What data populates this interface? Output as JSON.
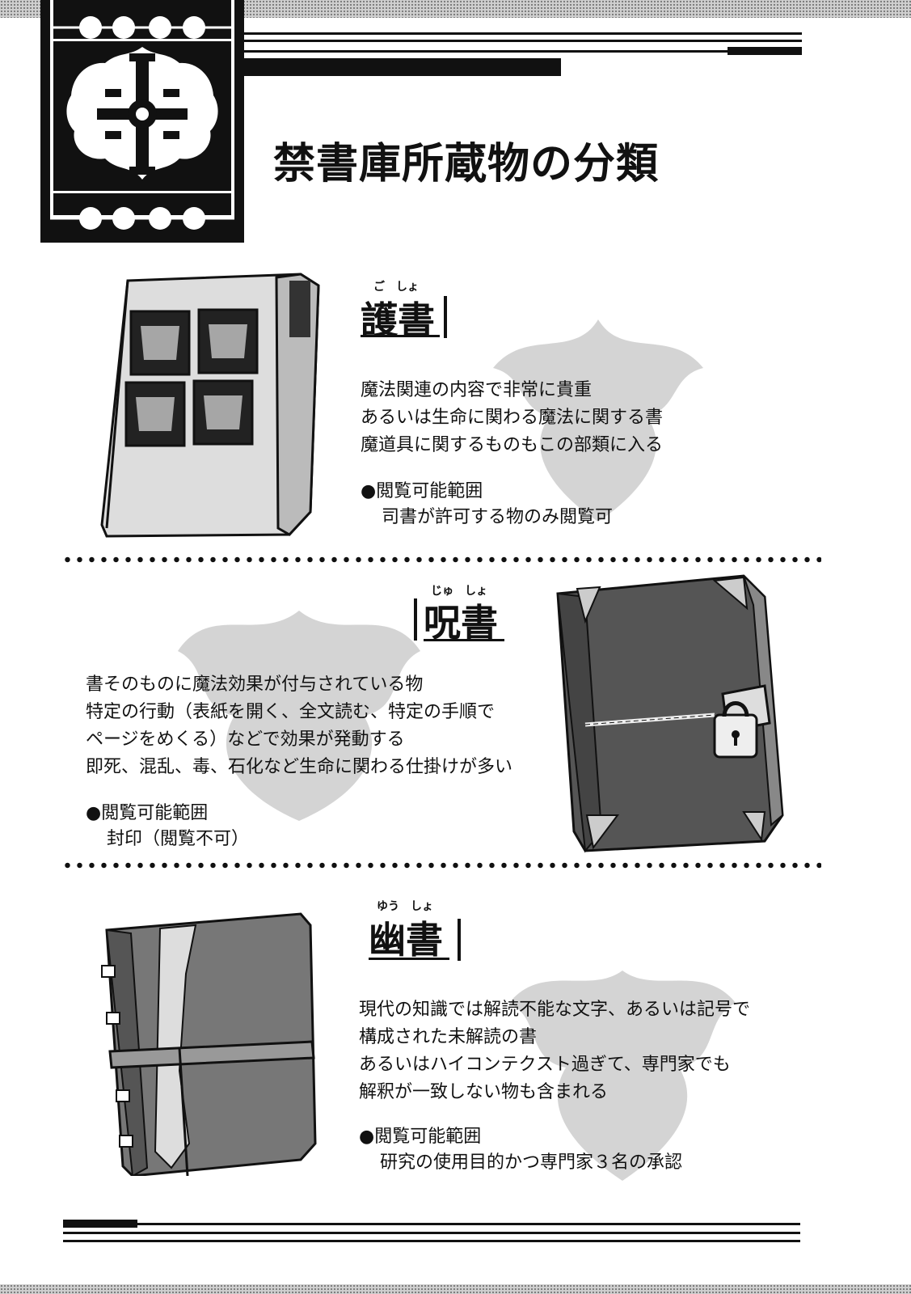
{
  "page": {
    "title": "禁書庫所蔵物の分類"
  },
  "sections": [
    {
      "ruby": "ご　しょ",
      "heading": "護書",
      "lines": [
        "魔法関連の内容で非常に貴重",
        "あるいは生命に関わる魔法に関する書",
        "魔道具に関するものもこの部類に入る"
      ],
      "range_label": "閲覧可能範囲",
      "range_value": "司書が許可する物のみ閲覧可"
    },
    {
      "ruby": "じゅ　しょ",
      "heading": "呪書",
      "lines": [
        "書そのものに魔法効果が付与されている物",
        "特定の行動（表紙を開く、全文読む、特定の手順で",
        "ページをめくる）などで効果が発動する",
        "即死、混乱、毒、石化など生命に関わる仕掛けが多い"
      ],
      "range_label": "閲覧可能範囲",
      "range_value": "封印（閲覧不可）"
    },
    {
      "ruby": "ゆう　しょ",
      "heading": "幽書",
      "lines": [
        "現代の知識では解読不能な文字、あるいは記号で",
        "構成された未解読の書",
        "あるいはハイコンテクスト過ぎて、専門家でも",
        "解釈が一致しない物も含まれる"
      ],
      "range_label": "閲覧可能範囲",
      "range_value": "研究の使用目的かつ専門家３名の承認"
    }
  ],
  "icons": {
    "emblem": "ornamental-emblem-icon",
    "book1": "ornate-book-icon",
    "book2": "locked-book-icon",
    "book3": "strapped-book-icon"
  }
}
